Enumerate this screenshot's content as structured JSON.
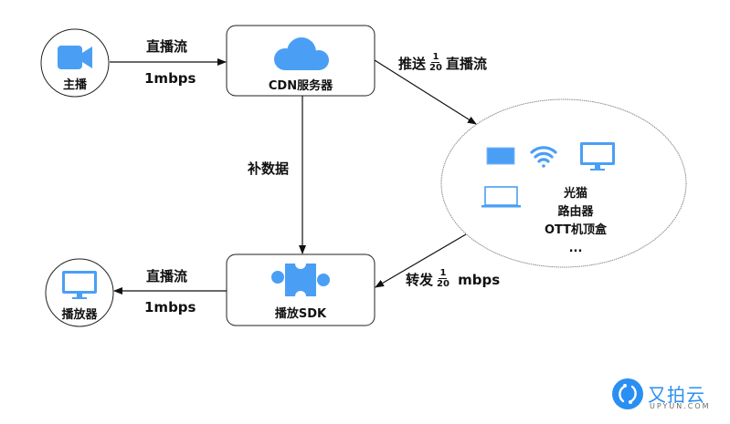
{
  "colors": {
    "icon_blue": "#4A9FF5",
    "brand_blue": "#2A8FF2",
    "stroke": "#111111",
    "ellipse_stroke": "#8a8a8a"
  },
  "nodes": {
    "broadcaster": {
      "label": "主播",
      "icon": "video-camera-icon"
    },
    "cdn": {
      "label": "CDN服务器",
      "icon": "cloud-icon"
    },
    "sdk": {
      "label": "播放SDK",
      "icon": "puzzle-piece-icon"
    },
    "player": {
      "label": "播放器",
      "icon": "monitor-icon"
    },
    "devices": {
      "icons": [
        "tablet-icon",
        "wifi-icon",
        "monitor-icon",
        "laptop-icon"
      ],
      "lines": [
        "光猫",
        "路由器",
        "OTT机顶盒",
        "..."
      ]
    }
  },
  "edges": {
    "broadcaster_to_cdn": {
      "top": "直播流",
      "bottom": "1mbps"
    },
    "cdn_to_devices": {
      "prefix": "推送",
      "frac_num": "1",
      "frac_den": "20",
      "suffix": "直播流"
    },
    "cdn_to_sdk": {
      "label": "补数据"
    },
    "devices_to_sdk": {
      "prefix": "转发",
      "frac_num": "1",
      "frac_den": "20",
      "suffix": "mbps"
    },
    "sdk_to_player": {
      "top": "直播流",
      "bottom": "1mbps"
    }
  },
  "brand": {
    "name_cn": "又拍云",
    "name_en": "UPYUN.COM",
    "icon": "upyun-logo-icon"
  }
}
